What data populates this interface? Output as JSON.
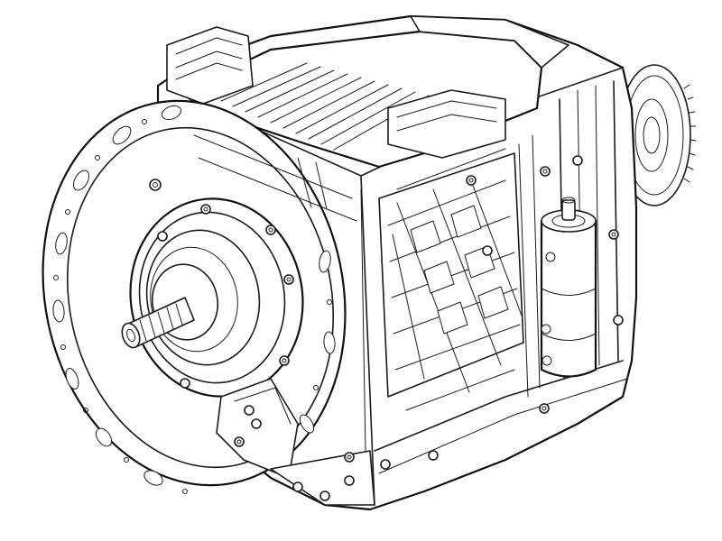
{
  "illustration": {
    "subject": "automated-manual-transmission",
    "style": "black-line-drawing",
    "ink_color": "#1a1a1a",
    "background_color": "#ffffff",
    "components": [
      "bell-housing-flange",
      "input-shaft",
      "clutch-housing",
      "gearbox-casing",
      "ribbed-side-panel",
      "control-unit-top",
      "oil-filter-canister",
      "rear-output-flange",
      "mounting-bolts"
    ]
  }
}
